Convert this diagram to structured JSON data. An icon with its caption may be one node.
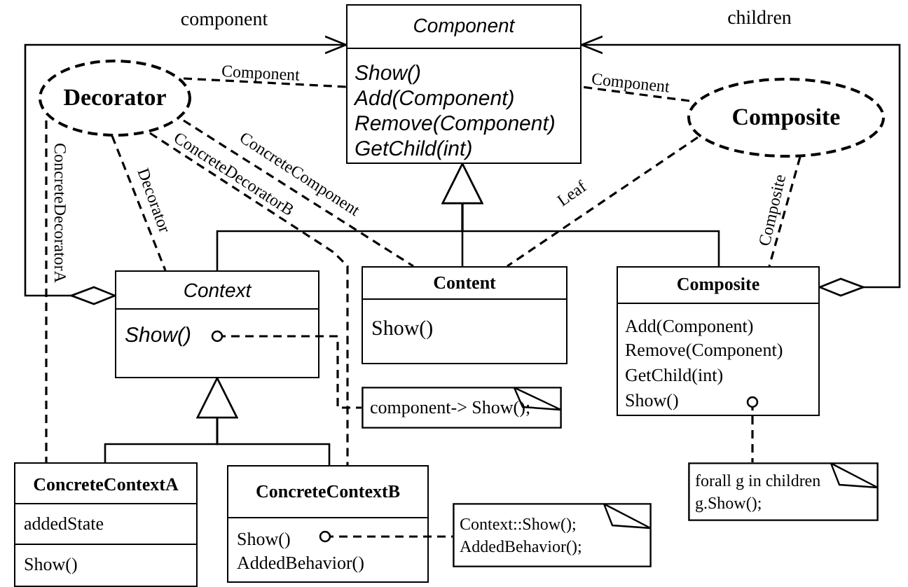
{
  "diagram": {
    "nodes": [
      {
        "text": [
          "Component",
          "Show()",
          "Add(Component)",
          "Remove(Component)",
          "GetChild(int)"
        ]
      },
      {
        "text": [
          "Decorator"
        ]
      },
      {
        "text": [
          "Composite"
        ]
      },
      {
        "text": [
          "Context",
          "Show()"
        ]
      },
      {
        "text": [
          "Content",
          "Show()"
        ]
      },
      {
        "text": [
          "Composite",
          "Add(Component)",
          "Remove(Component)",
          "GetChild(int)",
          "Show()"
        ]
      },
      {
        "text": [
          "component-> Show();"
        ]
      },
      {
        "text": [
          "ConcreteContextA",
          "addedState",
          "Show()"
        ]
      },
      {
        "text": [
          "ConcreteContextB",
          "Show()",
          "AddedBehavior()"
        ]
      },
      {
        "text": [
          "Context::Show();",
          "AddedBehavior();"
        ]
      },
      {
        "text": [
          "forall g in children",
          "g.Show();"
        ]
      }
    ],
    "edges": [
      {
        "from": 3,
        "to": 0,
        "arrow": "to",
        "label": "component"
      },
      {
        "from": 5,
        "to": 0,
        "arrow": "to",
        "label": "children"
      },
      {
        "from": 3,
        "to": 0,
        "arrow": "to"
      },
      {
        "from": 4,
        "to": 0,
        "arrow": "to"
      },
      {
        "from": 5,
        "to": 0,
        "arrow": "to"
      },
      {
        "from": 7,
        "to": 3,
        "arrow": "to"
      },
      {
        "from": 8,
        "to": 3,
        "arrow": "to"
      },
      {
        "from": 1,
        "to": 0,
        "arrow": "none",
        "label": "Component",
        "style": "dashed"
      },
      {
        "from": 2,
        "to": 0,
        "arrow": "none",
        "label": "Component",
        "style": "dashed"
      },
      {
        "from": 1,
        "to": 7,
        "arrow": "none",
        "label": "ConcreteDecoratorA",
        "style": "dashed"
      },
      {
        "from": 1,
        "to": 3,
        "arrow": "none",
        "label": "Decorator",
        "style": "dashed"
      },
      {
        "from": 1,
        "to": 8,
        "arrow": "none",
        "label": "ConcreteDecoratorB",
        "style": "dashed"
      },
      {
        "from": 1,
        "to": 4,
        "arrow": "none",
        "label": "ConcreteComponent",
        "style": "dashed"
      },
      {
        "from": 2,
        "to": 4,
        "arrow": "none",
        "label": "Leaf",
        "style": "dashed"
      },
      {
        "from": 2,
        "to": 5,
        "arrow": "none",
        "label": "Composite",
        "style": "dashed"
      },
      {
        "from": 3,
        "to": 6,
        "arrow": "other",
        "style": "dashed"
      },
      {
        "from": 8,
        "to": 9,
        "arrow": "other",
        "style": "dashed"
      },
      {
        "from": 5,
        "to": 10,
        "arrow": "other",
        "style": "dashed"
      }
    ]
  }
}
